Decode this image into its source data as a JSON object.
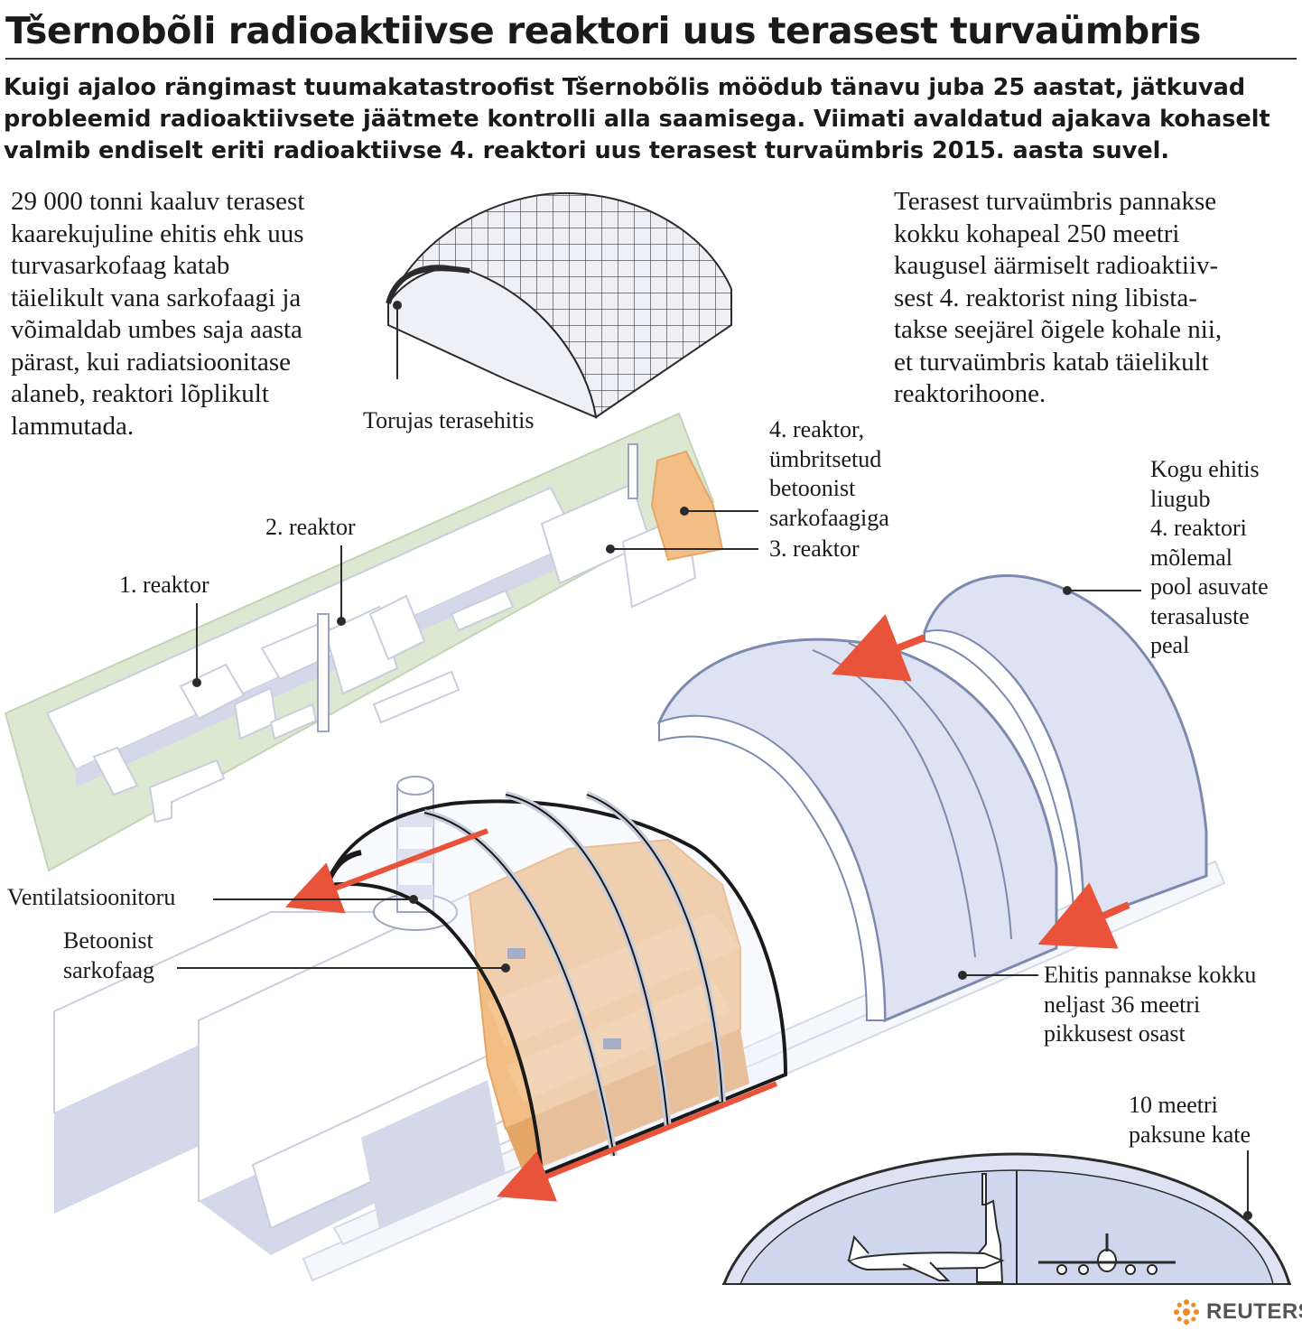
{
  "title": "Tšernobõli radioaktiivse reaktori uus terasest turvaümbris",
  "lead": [
    "Kuigi ajaloo rängimast tuumakatastroofist Tšernobõlis möödub tänavu juba 25 aastat, jätkuvad",
    "probleemid radioaktiivsete jäätmete kontrolli alla saamisega. Viimati avaldatud ajakava kohaselt",
    "valmib endiselt eriti radioaktiivse 4. reaktori uus terasest turvaümbris 2015. aasta suvel."
  ],
  "left_text": [
    "29 000 tonni kaaluv terasest",
    "kaarekujuline ehitis ehk uus",
    "turvasarkofaag katab",
    "täielikult vana sarkofaagi ja",
    "võimaldab umbes saja aasta",
    "pärast, kui radiatsioonitase",
    "alaneb, reaktori lõplikult",
    "lammutada."
  ],
  "right_text": [
    "Terasest turvaümbris pannakse",
    "kokku kohapeal 250 meetri",
    "kaugusel äärmiselt radioaktiiv-",
    "sest 4. reaktorist ning libista-",
    "takse seejärel õigele kohale nii,",
    "et turvaümbris katab täielikult",
    "reaktorihoone."
  ],
  "labels": {
    "torujas": "Torujas terasehitis",
    "reactor4": [
      "4. reaktor,",
      "ümbritsetud",
      "betoonist",
      "sarkofaagiga"
    ],
    "reactor3": "3. reaktor",
    "reactor2": "2. reaktor",
    "reactor1": "1. reaktor",
    "kogu": [
      "Kogu ehitis",
      "liugub",
      "4. reaktori",
      "mõlemal",
      "pool asuvate",
      "terasaluste",
      "peal"
    ],
    "ventilation": "Ventilatsioonitoru",
    "betoonist": [
      "Betoonist",
      "sarkofaag"
    ],
    "ehitis": [
      "Ehitis pannakse kokku",
      "neljast 36 meetri",
      "pikkusest osast"
    ],
    "thickness": [
      "10 meetri",
      "paksune kate"
    ]
  },
  "credit": "REUTERS",
  "colors": {
    "arch_fill": "#dde3f2",
    "arch_stroke": "#2b2b2b",
    "concrete": "#f2be86",
    "concrete_dark": "#e3a667",
    "site_green": "#dbe9d2",
    "building_white": "#ffffff",
    "building_shade": "#d4d9ea",
    "arrow_red": "#e8533a",
    "reuters_orange": "#f08a24"
  },
  "icons": [
    "airplane-icon",
    "statue-of-liberty-icon",
    "reuters-logo-icon"
  ]
}
